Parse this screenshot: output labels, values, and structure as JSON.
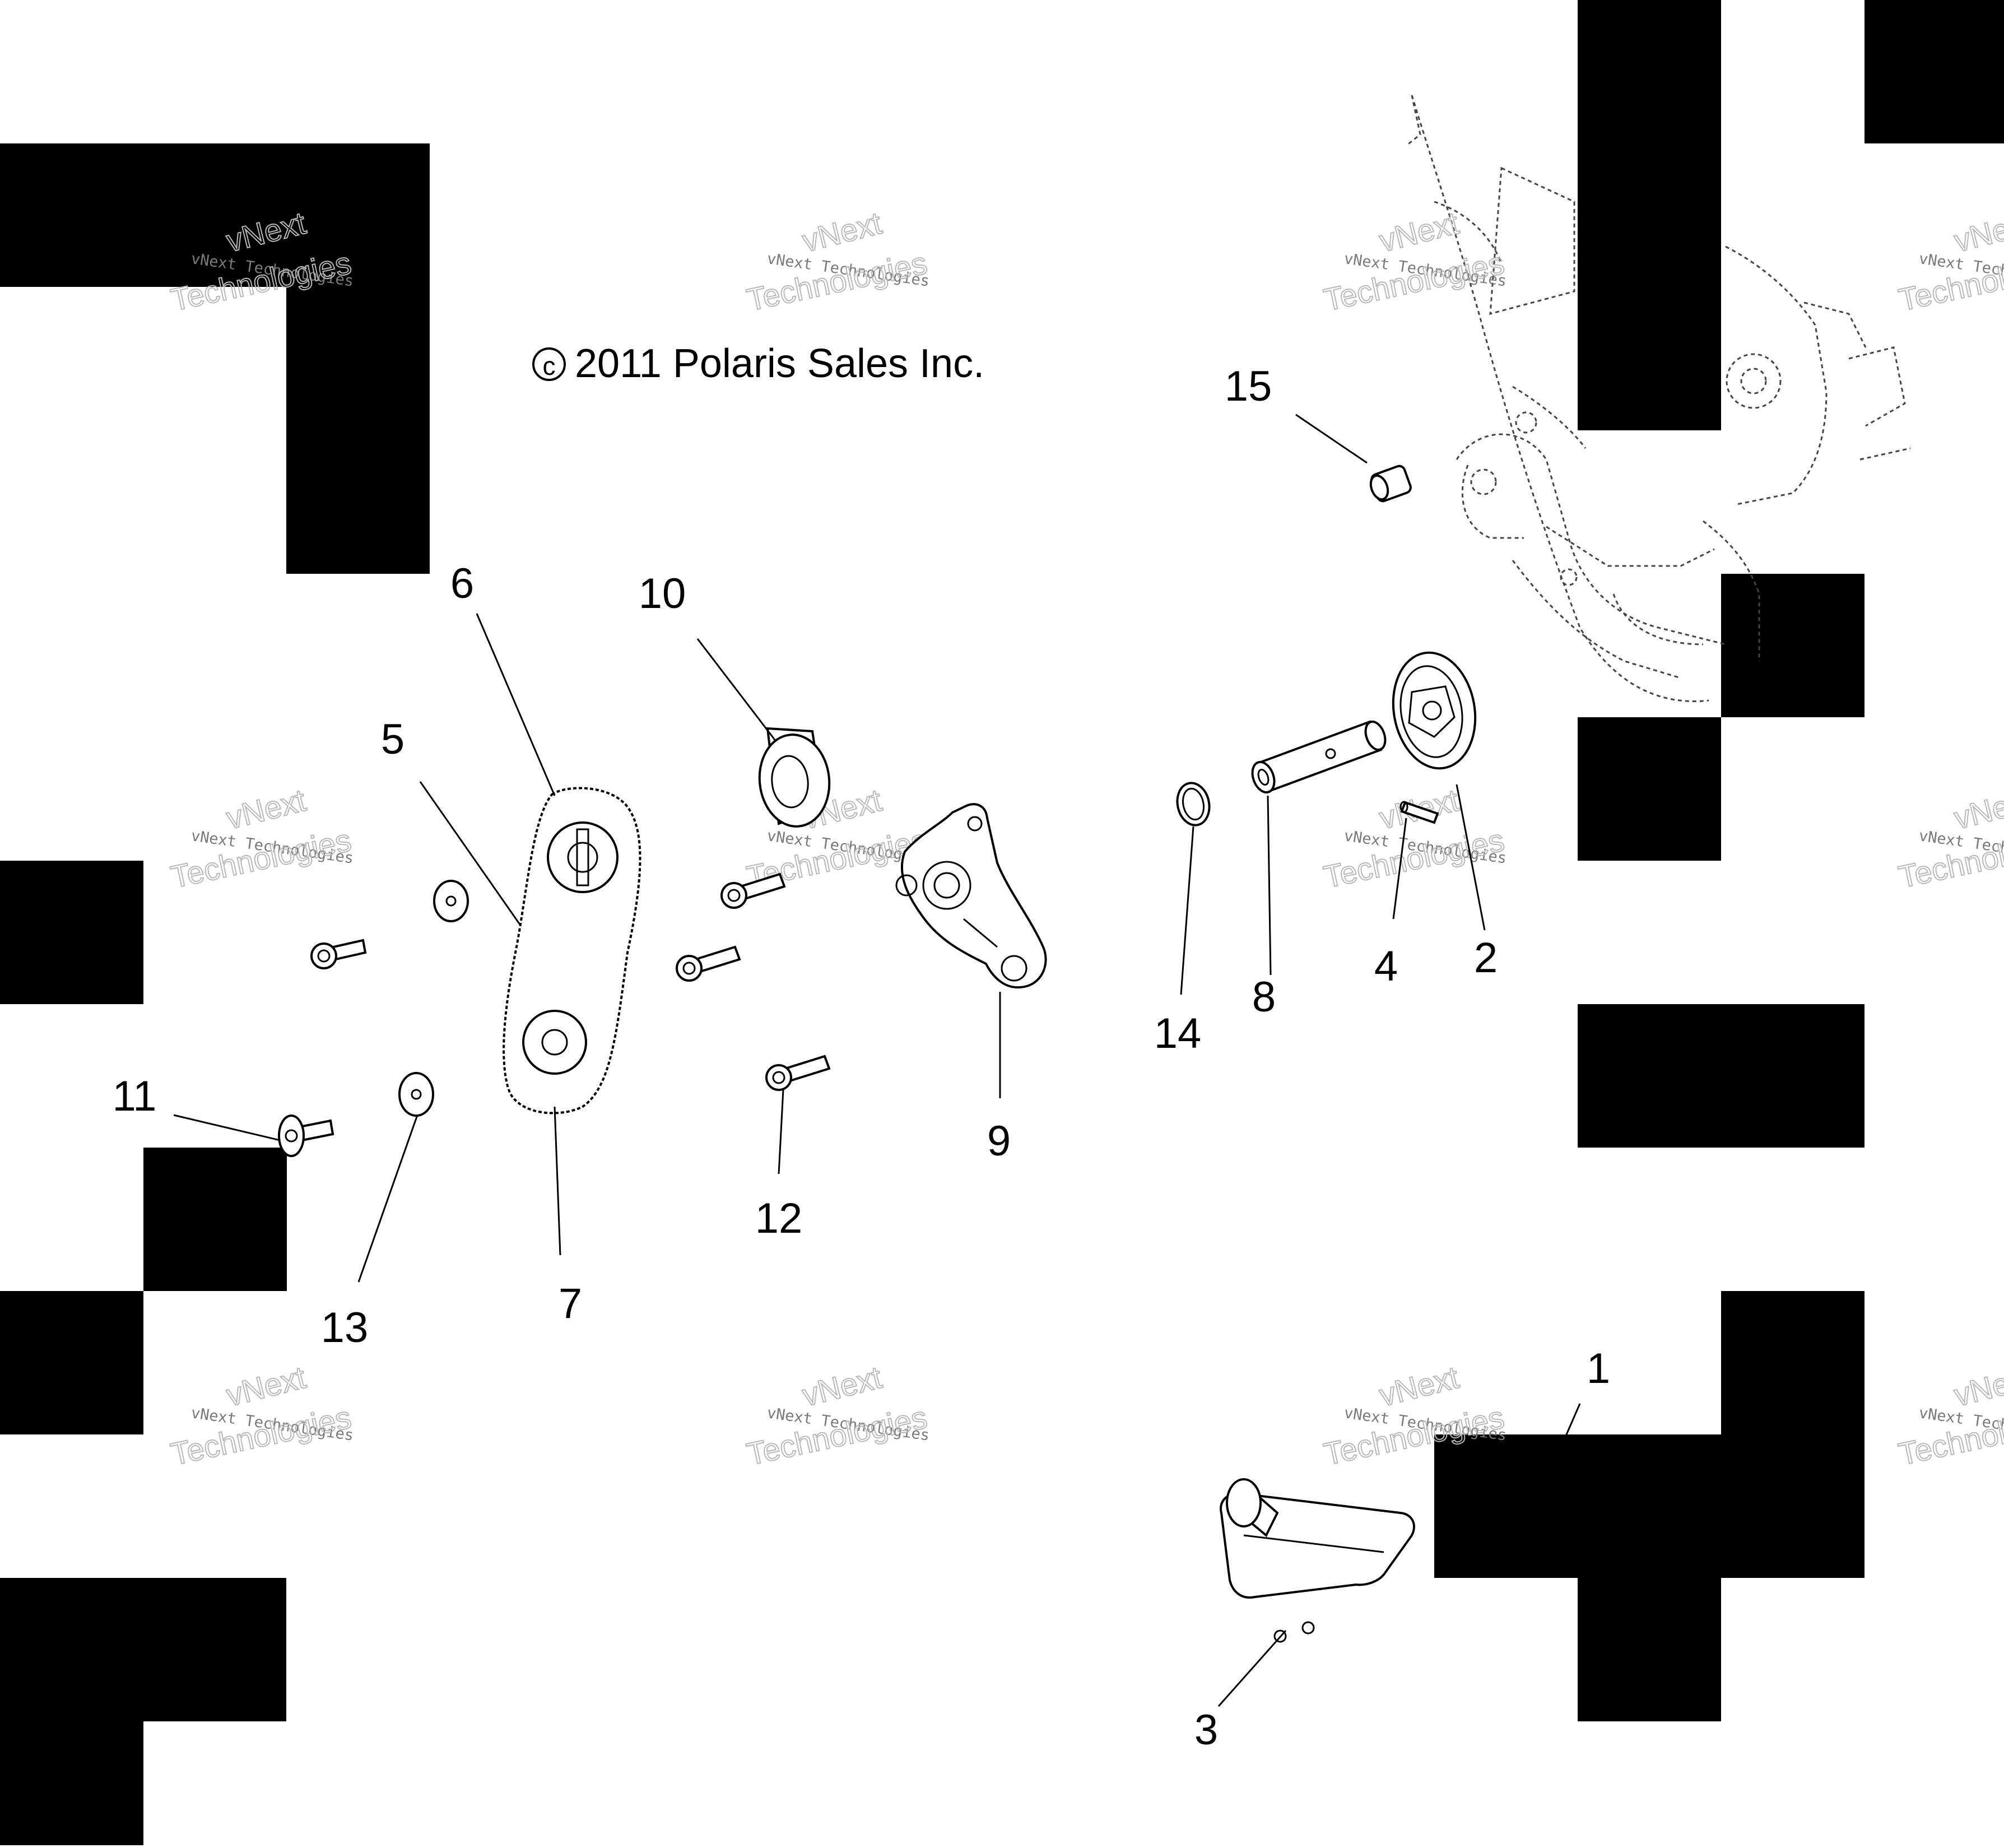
{
  "copyright": "2011 Polaris Sales Inc.",
  "copyright_symbol": "©",
  "watermark": {
    "line1": "vNext Technologies",
    "line2": "Technologies",
    "line3": "vNext"
  },
  "callouts": [
    "1",
    "2",
    "3",
    "4",
    "5",
    "6",
    "7",
    "8",
    "9",
    "10",
    "11",
    "12",
    "13",
    "14",
    "15"
  ],
  "parts": {
    "1": "block-engine-ghost",
    "2": "oil-pump-rotor",
    "3": "oil-pickup-screen",
    "4": "dowel-pin",
    "5": "washer-upper",
    "6": "drive-chain",
    "7": "sprocket",
    "8": "pump-shaft",
    "9": "pump-housing",
    "10": "bushing",
    "11": "bolt",
    "12": "bolt-flanged",
    "13": "washer-lower",
    "14": "retaining-ring",
    "15": "plug"
  }
}
